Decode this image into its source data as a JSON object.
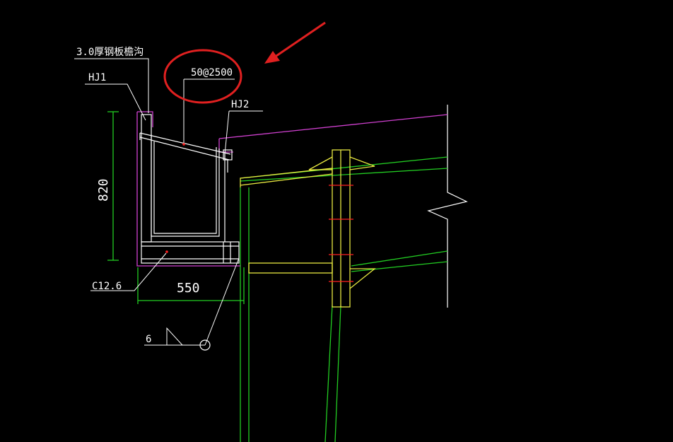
{
  "labels": {
    "gutter": "3.0厚钢板檐沟",
    "hj1": "HJ1",
    "rod": "50@2500",
    "hj2": "HJ2",
    "height_dim": "820",
    "channel": "C12.6",
    "width_dim": "550",
    "weld": "6"
  },
  "colors": {
    "background": "#000000",
    "white": "#ffffff",
    "magenta": "#d040d0",
    "green": "#22cc22",
    "yellow": "#e8e840",
    "red_mark": "#ff2020",
    "annotation": "#e02020"
  }
}
